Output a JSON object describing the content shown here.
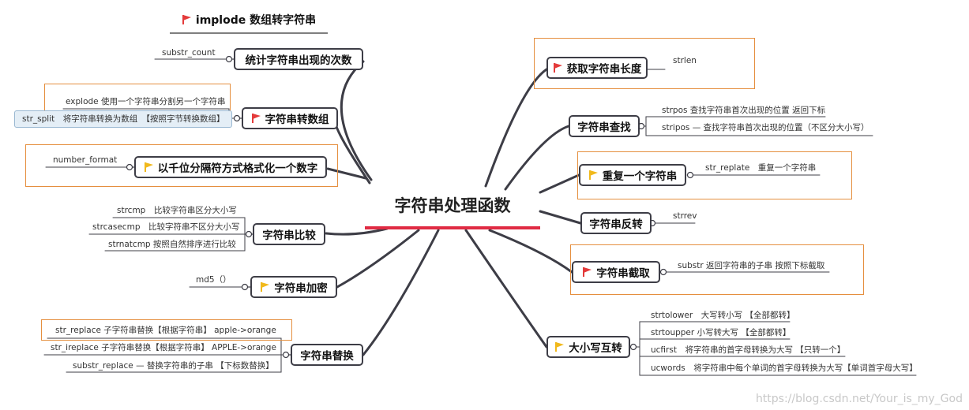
{
  "title": "implode 数组转字符串",
  "center": "字符串处理函数",
  "watermark": "https://blog.csdn.net/Your_is_my_God",
  "colors": {
    "line": "#3d3d46",
    "frame": "#e58f3f",
    "flag_red": "#e43b3b",
    "flag_yellow": "#f1b91c",
    "center_underline": "#e02b43"
  },
  "branches": [
    {
      "id": "b1",
      "label": "统计字符串出现的次数",
      "flag": "",
      "leaves": [
        "substr_count"
      ]
    },
    {
      "id": "b2",
      "label": "字符串转数组",
      "flag": "red",
      "leaves": [
        "explode 使用一个字符串分割另一个字符串",
        "str_split　将字符串转换为数组　【按照字节转换数组】"
      ]
    },
    {
      "id": "b3",
      "label": "以千位分隔符方式格式化一个数字",
      "flag": "yellow",
      "leaves": [
        "number_format"
      ]
    },
    {
      "id": "b4",
      "label": "字符串比较",
      "flag": "",
      "leaves": [
        "strcmp　比较字符串区分大小写",
        "strcasecmp　比较字符串不区分大小写",
        "strnatcmp 按照自然排序进行比较"
      ]
    },
    {
      "id": "b5",
      "label": "字符串加密",
      "flag": "yellow",
      "leaves": [
        "md5（）"
      ]
    },
    {
      "id": "b6",
      "label": "字符串替换",
      "flag": "",
      "leaves": [
        "str_replace 子字符串替换【根据字符串】 apple->orange",
        "str_ireplace 子字符串替换【根据字符串】 APPLE->orange",
        "substr_replace — 替换字符串的子串 【下标数替换】"
      ]
    },
    {
      "id": "b7",
      "label": "获取字符串长度",
      "flag": "red",
      "leaves": [
        "strlen"
      ]
    },
    {
      "id": "b8",
      "label": "字符串查找",
      "flag": "",
      "leaves": [
        "strpos 查找字符串首次出现的位置 返回下标",
        "stripos — 查找字符串首次出现的位置（不区分大小写）"
      ]
    },
    {
      "id": "b9",
      "label": "重复一个字符串",
      "flag": "yellow",
      "leaves": [
        "str_replate　重复一个字符串"
      ]
    },
    {
      "id": "b10",
      "label": "字符串反转",
      "flag": "",
      "leaves": [
        "strrev"
      ]
    },
    {
      "id": "b11",
      "label": "字符串截取",
      "flag": "red",
      "leaves": [
        "substr 返回字符串的子串 按照下标截取"
      ]
    },
    {
      "id": "b12",
      "label": "大小写互转",
      "flag": "yellow",
      "leaves": [
        "strtolower　大写转小写 【全部都转】",
        "strtoupper 小写转大写 【全部都转】",
        "ucfirst　将字符串的首字母转换为大写 【只转一个】",
        "ucwords　将字符串中每个单词的首字母转换为大写【单词首字母大写】"
      ]
    }
  ]
}
